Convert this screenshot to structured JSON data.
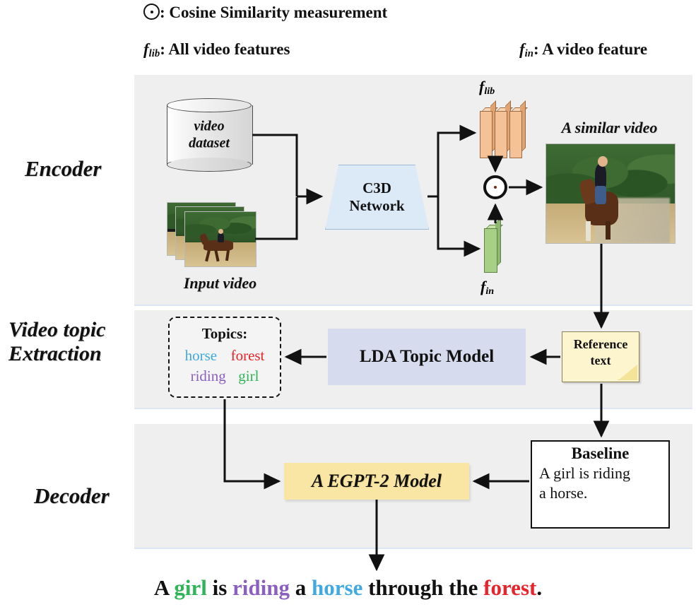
{
  "legend": {
    "cosine_symbol": "dot-circle-icon",
    "cosine_label": ": Cosine Similarity measurement",
    "flib_f": "f",
    "flib_sub": "lib",
    "flib_label": ": All video features",
    "fin_f": "f",
    "fin_sub": "in",
    "fin_label": ": A video feature"
  },
  "stages": {
    "encoder": "Encoder",
    "topic_line1": "Video topic",
    "topic_line2": "Extraction",
    "decoder": "Decoder"
  },
  "encoder": {
    "dataset_line1": "video",
    "dataset_line2": "dataset",
    "input_video_label": "Input  video",
    "network_line1": "C3D",
    "network_line2": "Network",
    "flib_f": "f",
    "flib_sub": "lib",
    "fin_f": "f",
    "fin_sub": "in",
    "similar_video_label": "A similar video",
    "flib_bar_count": 3,
    "colors": {
      "flib_bar": "#f5c196",
      "fin_bar": "#a7cf85",
      "network_fill": "#dce9f7"
    }
  },
  "topic_extraction": {
    "topics_title": "Topics:",
    "topics": [
      {
        "word": "horse",
        "color": "#3fa9e0"
      },
      {
        "word": "forest",
        "color": "#e8232a"
      },
      {
        "word": "riding",
        "color": "#8b5fc0"
      },
      {
        "word": "girl",
        "color": "#2fb457"
      }
    ],
    "lda_label": "LDA Topic Model",
    "lda_fill": "#d6dced",
    "reference_line1": "Reference",
    "reference_line2": "text",
    "reference_fill": "#fdf5ce"
  },
  "decoder": {
    "model_label": "A EGPT-2 Model",
    "model_fill": "#fae6a4",
    "baseline_title": "Baseline",
    "baseline_line1": "A girl is riding",
    "baseline_line2": "a horse."
  },
  "caption": {
    "parts": [
      {
        "text": "A ",
        "color": "#111111"
      },
      {
        "text": "girl",
        "color": "#2fb457"
      },
      {
        "text": " is ",
        "color": "#111111"
      },
      {
        "text": "riding",
        "color": "#8b5fc0"
      },
      {
        "text": " a ",
        "color": "#111111"
      },
      {
        "text": "horse",
        "color": "#3fa9e0"
      },
      {
        "text": " through the ",
        "color": "#111111"
      },
      {
        "text": "forest",
        "color": "#e8232a"
      },
      {
        "text": ".",
        "color": "#111111"
      }
    ]
  }
}
